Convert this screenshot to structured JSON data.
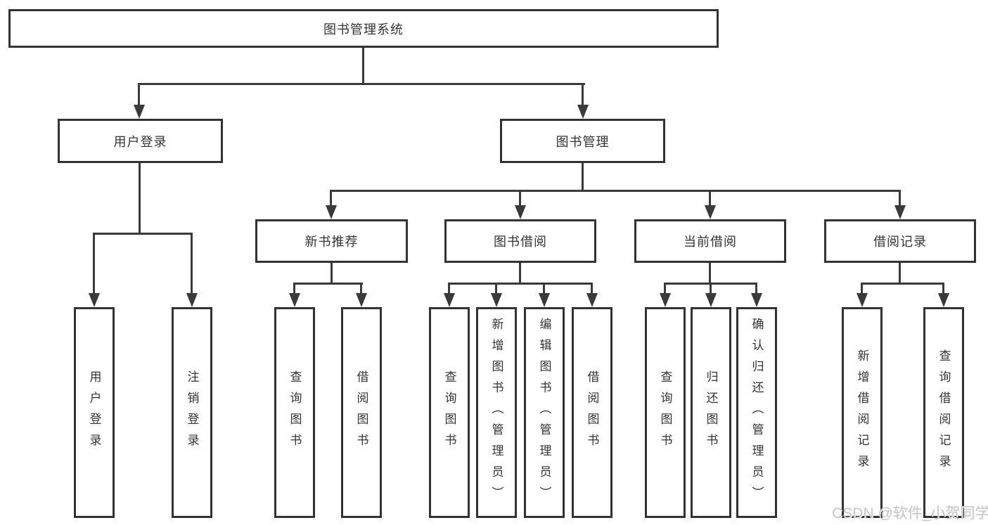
{
  "tree": {
    "root": {
      "label": "图书管理系统"
    },
    "branches": [
      {
        "label": "用户登录",
        "children": [
          {
            "label": "用户登录"
          },
          {
            "label": "注销登录"
          }
        ]
      },
      {
        "label": "图书管理",
        "children": [
          {
            "label": "新书推荐",
            "children": [
              {
                "label": "查询图书"
              },
              {
                "label": "借阅图书"
              }
            ]
          },
          {
            "label": "图书借阅",
            "children": [
              {
                "label": "查询图书"
              },
              {
                "label": "新增图书（管理员）"
              },
              {
                "label": "编辑图书（管理员）"
              },
              {
                "label": "借阅图书"
              }
            ]
          },
          {
            "label": "当前借阅",
            "children": [
              {
                "label": "查询图书"
              },
              {
                "label": "归还图书"
              },
              {
                "label": "确认归还（管理员）"
              }
            ]
          },
          {
            "label": "借阅记录",
            "children": [
              {
                "label": "新增借阅记录"
              },
              {
                "label": "查询借阅记录"
              }
            ]
          }
        ]
      }
    ]
  },
  "watermark": {
    "text": "CSDN @软件_小贺同学"
  },
  "colors": {
    "line": "#3a3a3a",
    "box_border": "#333333",
    "text": "#333333",
    "watermark": "#c6c6c6",
    "background": "#ffffff"
  }
}
